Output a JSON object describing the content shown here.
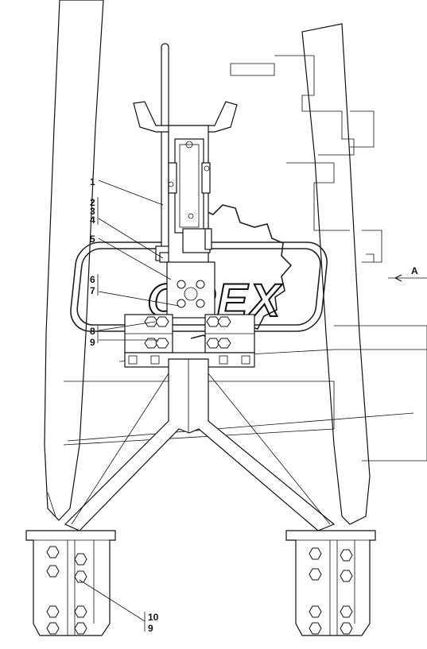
{
  "callouts": [
    {
      "id": "c1",
      "text": "1"
    },
    {
      "id": "c2",
      "text": "2"
    },
    {
      "id": "c3",
      "text": "3"
    },
    {
      "id": "c4",
      "text": "4"
    },
    {
      "id": "c5",
      "text": "5"
    },
    {
      "id": "c6",
      "text": "6"
    },
    {
      "id": "c7",
      "text": "7"
    },
    {
      "id": "c8",
      "text": "8"
    },
    {
      "id": "c9a",
      "text": "9"
    },
    {
      "id": "c10",
      "text": "10"
    },
    {
      "id": "c9b",
      "text": "9"
    }
  ],
  "view_marker": "A",
  "watermark": "OPEX"
}
